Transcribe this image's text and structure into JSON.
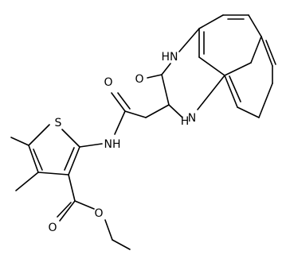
{
  "atoms": [
    {
      "id": "s1",
      "label": "S"
    },
    {
      "id": "n1",
      "label": "NH"
    },
    {
      "id": "o1",
      "label": "O"
    },
    {
      "id": "o2",
      "label": "O"
    },
    {
      "id": "o3",
      "label": "O"
    },
    {
      "id": "o4",
      "label": "O"
    },
    {
      "id": "n2",
      "label": "HN"
    },
    {
      "id": "n3",
      "label": "N"
    },
    {
      "id": "h3",
      "label": "H"
    }
  ]
}
